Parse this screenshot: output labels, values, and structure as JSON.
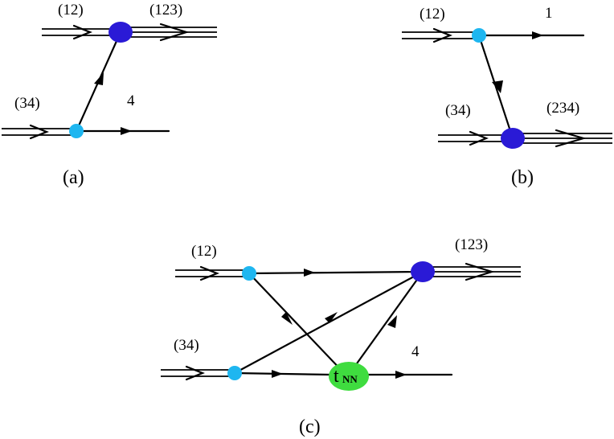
{
  "colors": {
    "large_vertex": "#2a1ad6",
    "small_vertex": "#1eb6f0",
    "tnn_vertex": "#3fdc3f",
    "line": "#000000"
  },
  "panel_a": {
    "caption": "(a)",
    "label_12": "(12)",
    "label_123": "(123)",
    "label_34": "(34)",
    "label_4": "4"
  },
  "panel_b": {
    "caption": "(b)",
    "label_12": "(12)",
    "label_1": "1",
    "label_34": "(34)",
    "label_234": "(234)"
  },
  "panel_c": {
    "caption": "(c)",
    "label_12": "(12)",
    "label_123": "(123)",
    "label_34": "(34)",
    "label_4": "4",
    "tnn_main": "t",
    "tnn_sub": "NN"
  }
}
